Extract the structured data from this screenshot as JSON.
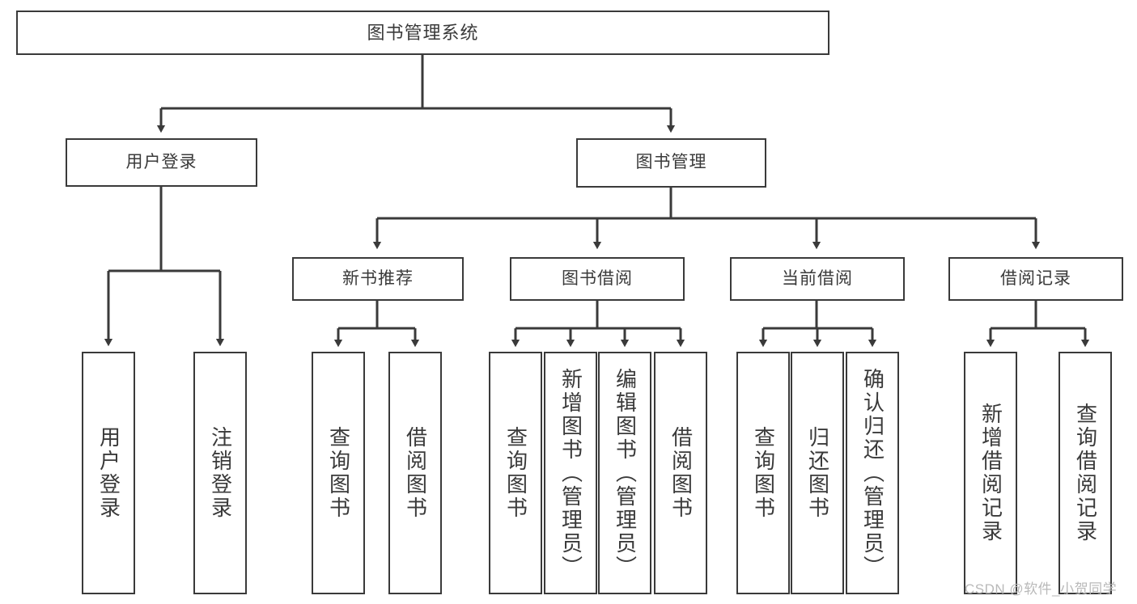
{
  "diagram": {
    "title_node": {
      "label": "图书管理系统"
    },
    "level1": [
      {
        "id": "user-login",
        "label": "用户登录"
      },
      {
        "id": "book-management",
        "label": "图书管理"
      }
    ],
    "level2": [
      {
        "id": "new-book-recommend",
        "label": "新书推荐"
      },
      {
        "id": "book-borrow",
        "label": "图书借阅"
      },
      {
        "id": "current-borrow",
        "label": "当前借阅"
      },
      {
        "id": "borrow-record",
        "label": "借阅记录"
      }
    ],
    "leaves": {
      "user_login": [
        {
          "id": "leaf-user-login",
          "label": "用户登录"
        },
        {
          "id": "leaf-logout-login",
          "label": "注销登录"
        }
      ],
      "new_book_recommend": [
        {
          "id": "leaf-query-book-1",
          "label": "查询图书"
        },
        {
          "id": "leaf-borrow-book-1",
          "label": "借阅图书"
        }
      ],
      "book_borrow": [
        {
          "id": "leaf-query-book-2",
          "label": "查询图书"
        },
        {
          "id": "leaf-add-book",
          "label": "新增图书（管理员）"
        },
        {
          "id": "leaf-edit-book",
          "label": "编辑图书（管理员）"
        },
        {
          "id": "leaf-borrow-book-2",
          "label": "借阅图书"
        }
      ],
      "current_borrow": [
        {
          "id": "leaf-query-book-3",
          "label": "查询图书"
        },
        {
          "id": "leaf-return-book",
          "label": "归还图书"
        },
        {
          "id": "leaf-confirm-return",
          "label": "确认归还（管理员）"
        }
      ],
      "borrow_record": [
        {
          "id": "leaf-add-borrow-record",
          "label": "新增借阅记录"
        },
        {
          "id": "leaf-query-borrow-record",
          "label": "查询借阅记录"
        }
      ]
    }
  },
  "watermark": {
    "text": "CSDN @软件_小贺同学"
  },
  "colors": {
    "stroke": "#3a3a3a",
    "fill": "#ffffff",
    "text": "#3a3a3a",
    "watermark": "#b9b9b9"
  }
}
